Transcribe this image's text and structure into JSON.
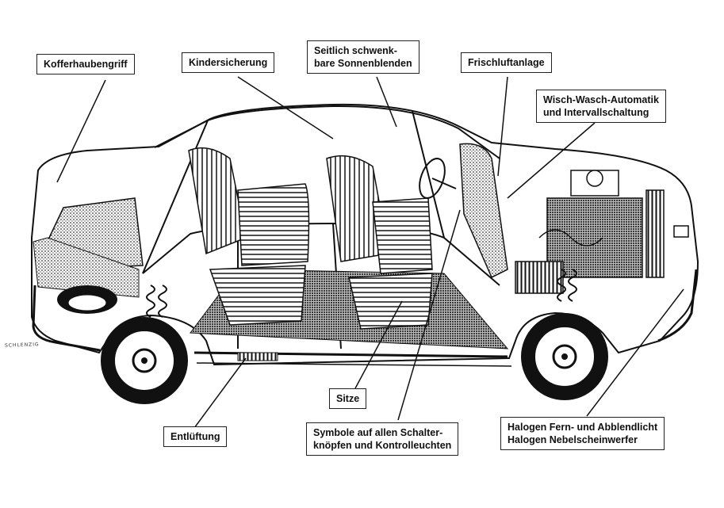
{
  "labels": {
    "kofferhaubengriff": "Kofferhaubengriff",
    "kindersicherung": "Kindersicherung",
    "sonnenblenden_line1": "Seitlich schwenk-",
    "sonnenblenden_line2": "bare Sonnenblenden",
    "frischluftanlage": "Frischluftanlage",
    "wisch_line1": "Wisch-Wasch-Automatik",
    "wisch_line2": "und Intervallschaltung",
    "sitze": "Sitze",
    "entlueftung": "Entlüftung",
    "symbole_line1": "Symbole auf allen Schalter-",
    "symbole_line2": "knöpfen und Kontrolleuchten",
    "halogen_line1": "Halogen Fern- und Abblendlicht",
    "halogen_line2": "Halogen Nebelscheinwerfer"
  },
  "signature": "SCHLENZIG",
  "colors": {
    "ink": "#111111",
    "background": "#ffffff",
    "shade": "#8a8a8a"
  }
}
